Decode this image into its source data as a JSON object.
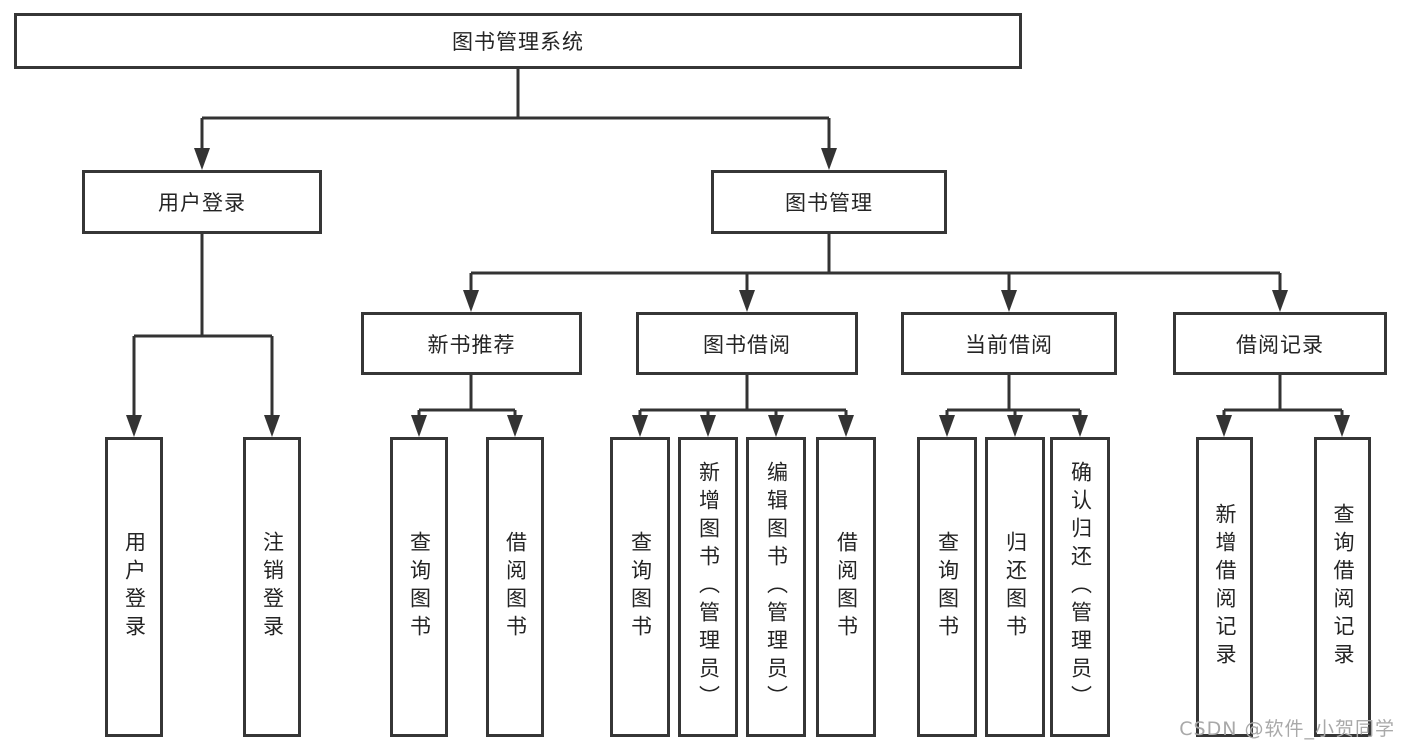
{
  "diagram": {
    "title": "图书管理系统",
    "branches": [
      {
        "label": "用户登录",
        "children": [
          {
            "label": "用户登录"
          },
          {
            "label": "注销登录"
          }
        ]
      },
      {
        "label": "图书管理",
        "children": [
          {
            "label": "新书推荐",
            "children": [
              {
                "label": "查询图书"
              },
              {
                "label": "借阅图书"
              }
            ]
          },
          {
            "label": "图书借阅",
            "children": [
              {
                "label": "查询图书"
              },
              {
                "label": "新增图书（管理员）"
              },
              {
                "label": "编辑图书（管理员）"
              },
              {
                "label": "借阅图书"
              }
            ]
          },
          {
            "label": "当前借阅",
            "children": [
              {
                "label": "查询图书"
              },
              {
                "label": "归还图书"
              },
              {
                "label": "确认归还（管理员）"
              }
            ]
          },
          {
            "label": "借阅记录",
            "children": [
              {
                "label": "新增借阅记录"
              },
              {
                "label": "查询借阅记录"
              }
            ]
          }
        ]
      }
    ]
  },
  "watermark": {
    "text": "CSDN @软件_小贺同学"
  },
  "colors": {
    "line": "#333333",
    "border": "#363636",
    "text": "#242424",
    "watermark": "#a9a9a9",
    "background": "#ffffff"
  }
}
